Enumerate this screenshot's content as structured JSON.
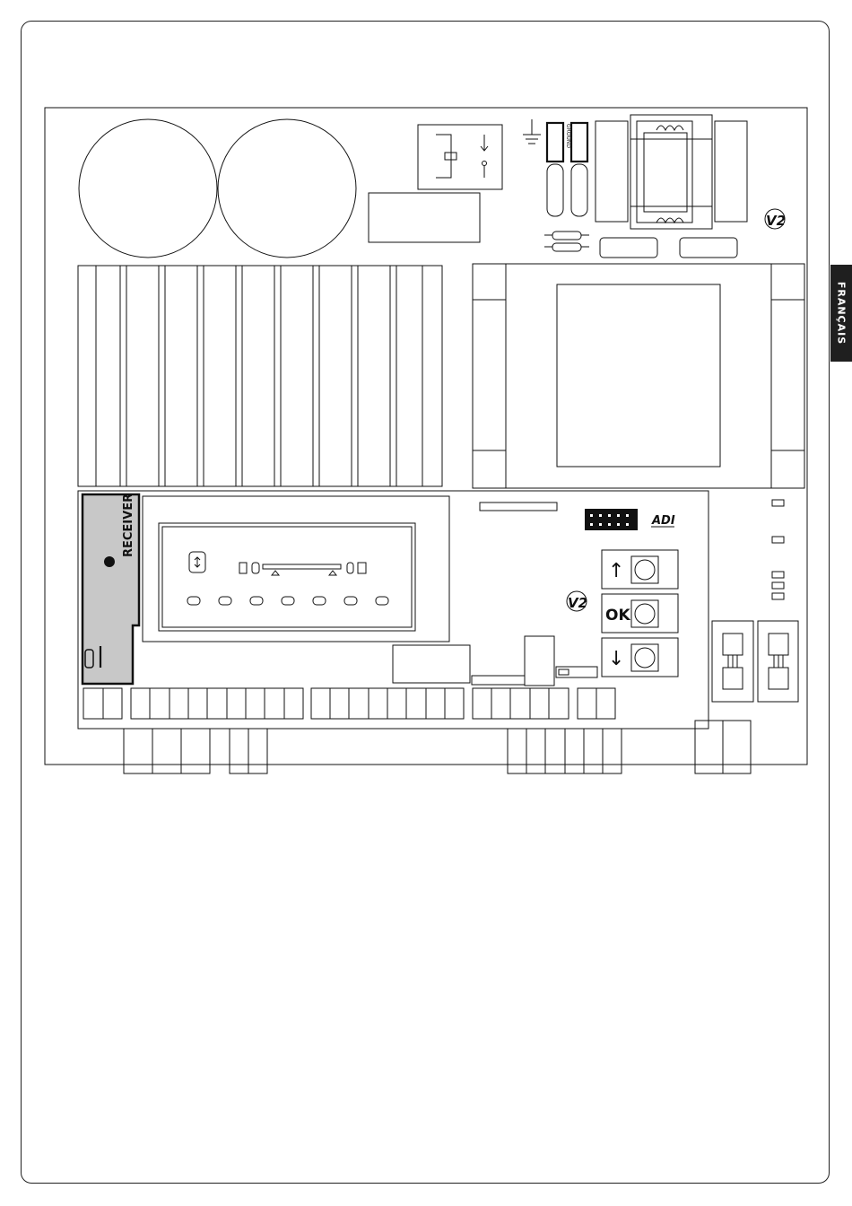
{
  "side_tab": {
    "label": "FRANÇAIS"
  },
  "board": {
    "receiver_label": "RECEIVER",
    "ground_label": "GROUND",
    "ok_label": "OK",
    "adi_label": "ADI",
    "logo_label": "V2",
    "up_arrow": "↑",
    "down_arrow": "↓"
  },
  "colors": {
    "receiver_fill": "#c8c8c8",
    "tab_bg": "#1f1f1f",
    "line": "#111111"
  }
}
